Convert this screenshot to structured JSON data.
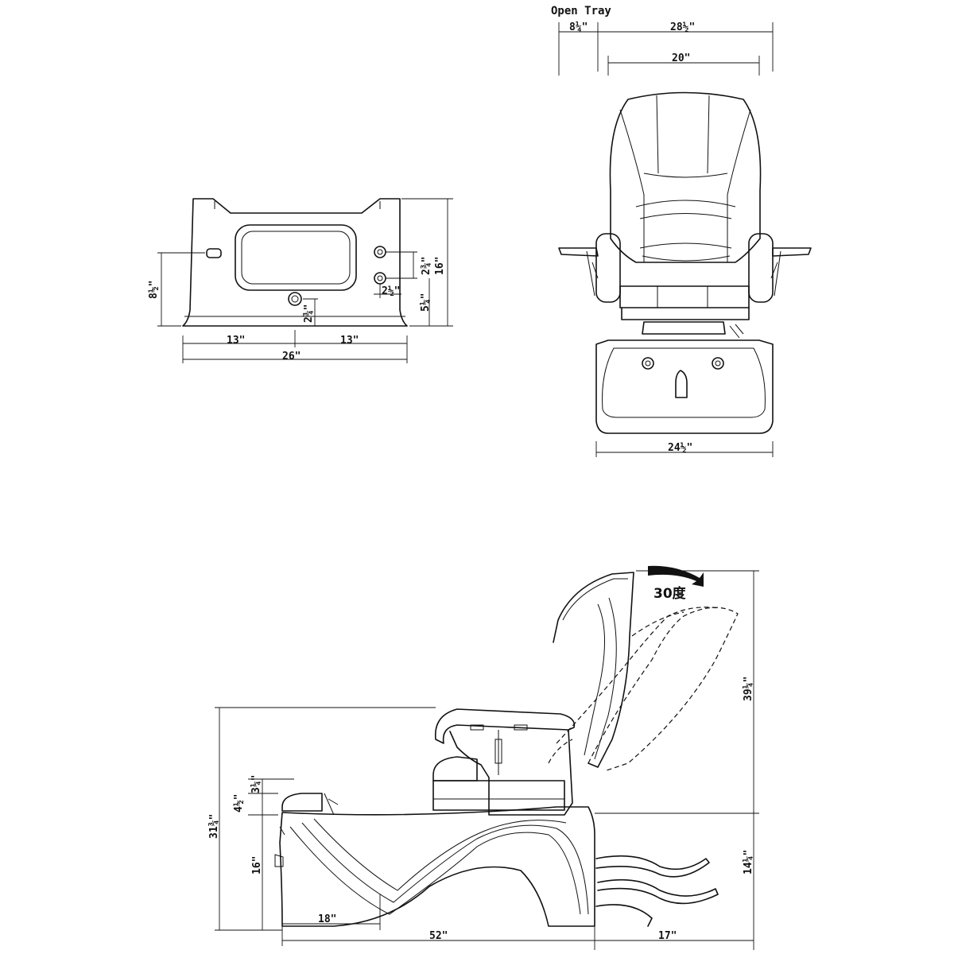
{
  "front_view": {
    "title": "Open Tray",
    "dims": {
      "tray_depth": "8¼\"",
      "overall_width": "28½\"",
      "seat_width": "20\"",
      "base_width": "24½\""
    }
  },
  "basin_view": {
    "dims": {
      "half_left": "13\"",
      "half_right": "13\"",
      "total_width": "26\"",
      "height": "16\"",
      "knob_spacing": "2¾\"",
      "knob_offset": "2½\"",
      "knob_height": "5¼\"",
      "drain_height": "2¾\"",
      "side_height": "8½\""
    }
  },
  "side_view": {
    "recline_label": "30度",
    "dims": {
      "seat_height": "31¾\"",
      "basin_rim_top": "3¼\"",
      "basin_rim_mid": "4½\"",
      "basin_height": "16\"",
      "foot_length": "18\"",
      "total_length": "52\"",
      "footrest_length": "17\"",
      "chair_height": "39¼\"",
      "base_height": "14¼\""
    }
  }
}
